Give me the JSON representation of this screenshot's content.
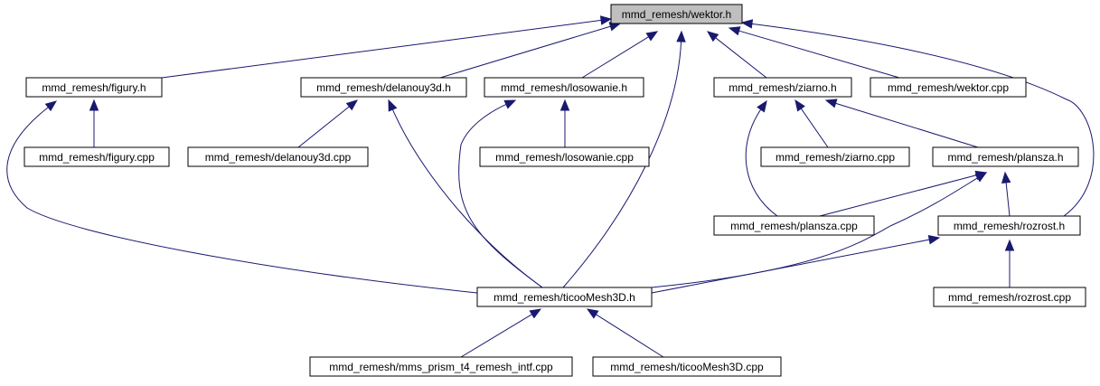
{
  "colors": {
    "edge": "#191970",
    "node_fill": "#ffffff",
    "highlight_fill": "#bfbfbf",
    "node_border": "#000000"
  },
  "nodes": [
    {
      "id": "wektor_h",
      "label": "mmd_remesh/wektor.h",
      "highlight": true
    },
    {
      "id": "figury_h",
      "label": "mmd_remesh/figury.h"
    },
    {
      "id": "delanouy3d_h",
      "label": "mmd_remesh/delanouy3d.h"
    },
    {
      "id": "losowanie_h",
      "label": "mmd_remesh/losowanie.h"
    },
    {
      "id": "ziarno_h",
      "label": "mmd_remesh/ziarno.h"
    },
    {
      "id": "wektor_cpp",
      "label": "mmd_remesh/wektor.cpp"
    },
    {
      "id": "figury_cpp",
      "label": "mmd_remesh/figury.cpp"
    },
    {
      "id": "delanouy3d_cpp",
      "label": "mmd_remesh/delanouy3d.cpp"
    },
    {
      "id": "losowanie_cpp",
      "label": "mmd_remesh/losowanie.cpp"
    },
    {
      "id": "ziarno_cpp",
      "label": "mmd_remesh/ziarno.cpp"
    },
    {
      "id": "plansza_h",
      "label": "mmd_remesh/plansza.h"
    },
    {
      "id": "plansza_cpp",
      "label": "mmd_remesh/plansza.cpp"
    },
    {
      "id": "rozrost_h",
      "label": "mmd_remesh/rozrost.h"
    },
    {
      "id": "ticooMesh3D_h",
      "label": "mmd_remesh/ticooMesh3D.h"
    },
    {
      "id": "rozrost_cpp",
      "label": "mmd_remesh/rozrost.cpp"
    },
    {
      "id": "mms_prism_cpp",
      "label": "mmd_remesh/mms_prism_t4_remesh_intf.cpp"
    },
    {
      "id": "ticooMesh3D_cpp",
      "label": "mmd_remesh/ticooMesh3D.cpp"
    }
  ],
  "edges": [
    {
      "from": "figury_h",
      "to": "wektor_h"
    },
    {
      "from": "delanouy3d_h",
      "to": "wektor_h"
    },
    {
      "from": "losowanie_h",
      "to": "wektor_h"
    },
    {
      "from": "ticooMesh3D_h",
      "to": "wektor_h"
    },
    {
      "from": "ziarno_h",
      "to": "wektor_h"
    },
    {
      "from": "wektor_cpp",
      "to": "wektor_h"
    },
    {
      "from": "rozrost_h",
      "to": "wektor_h"
    },
    {
      "from": "figury_cpp",
      "to": "figury_h"
    },
    {
      "from": "ticooMesh3D_h",
      "to": "figury_h"
    },
    {
      "from": "delanouy3d_cpp",
      "to": "delanouy3d_h"
    },
    {
      "from": "ticooMesh3D_h",
      "to": "delanouy3d_h"
    },
    {
      "from": "losowanie_cpp",
      "to": "losowanie_h"
    },
    {
      "from": "ticooMesh3D_h",
      "to": "losowanie_h"
    },
    {
      "from": "plansza_cpp",
      "to": "ziarno_h"
    },
    {
      "from": "ziarno_cpp",
      "to": "ziarno_h"
    },
    {
      "from": "plansza_h",
      "to": "ziarno_h"
    },
    {
      "from": "plansza_cpp",
      "to": "plansza_h"
    },
    {
      "from": "rozrost_h",
      "to": "plansza_h"
    },
    {
      "from": "ticooMesh3D_h",
      "to": "plansza_h"
    },
    {
      "from": "ticooMesh3D_h",
      "to": "rozrost_h"
    },
    {
      "from": "rozrost_cpp",
      "to": "rozrost_h"
    },
    {
      "from": "mms_prism_cpp",
      "to": "ticooMesh3D_h"
    },
    {
      "from": "ticooMesh3D_cpp",
      "to": "ticooMesh3D_h"
    }
  ]
}
